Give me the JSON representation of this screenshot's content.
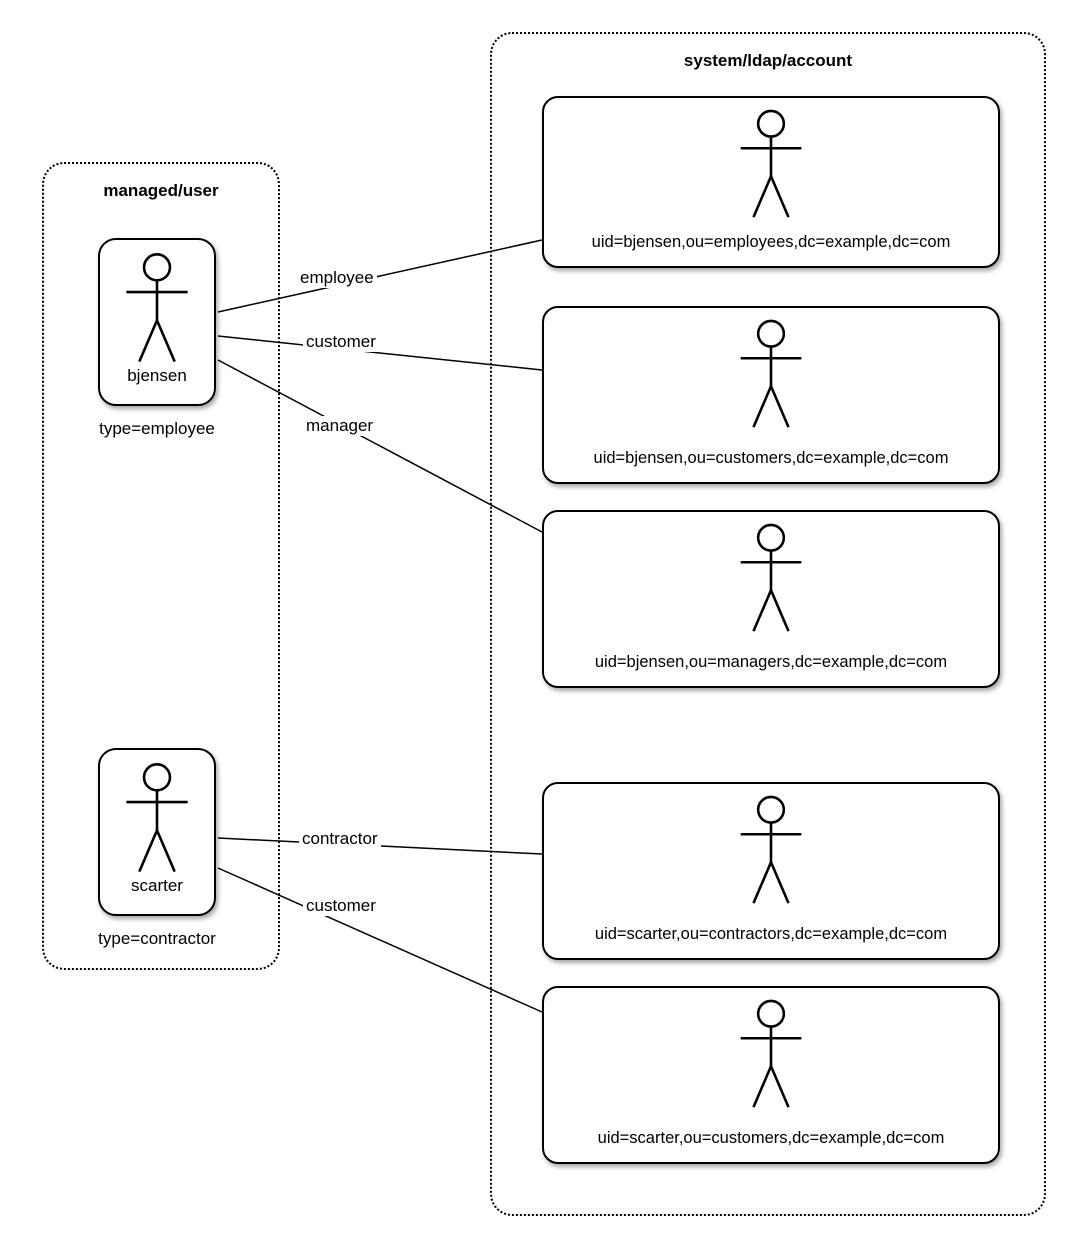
{
  "left_panel": {
    "title": "managed/user",
    "users": [
      {
        "name": "bjensen",
        "type_label": "type=employee"
      },
      {
        "name": "scarter",
        "type_label": "type=contractor"
      }
    ]
  },
  "right_panel": {
    "title": "system/ldap/account",
    "accounts": [
      {
        "dn": "uid=bjensen,ou=employees,dc=example,dc=com"
      },
      {
        "dn": "uid=bjensen,ou=customers,dc=example,dc=com"
      },
      {
        "dn": "uid=bjensen,ou=managers,dc=example,dc=com"
      },
      {
        "dn": "uid=scarter,ou=contractors,dc=example,dc=com"
      },
      {
        "dn": "uid=scarter,ou=customers,dc=example,dc=com"
      }
    ]
  },
  "links": [
    {
      "from": "bjensen",
      "label": "employee",
      "to": "uid=bjensen,ou=employees,dc=example,dc=com"
    },
    {
      "from": "bjensen",
      "label": "customer",
      "to": "uid=bjensen,ou=customers,dc=example,dc=com"
    },
    {
      "from": "bjensen",
      "label": "manager",
      "to": "uid=bjensen,ou=managers,dc=example,dc=com"
    },
    {
      "from": "scarter",
      "label": "contractor",
      "to": "uid=scarter,ou=contractors,dc=example,dc=com"
    },
    {
      "from": "scarter",
      "label": "customer",
      "to": "uid=scarter,ou=customers,dc=example,dc=com"
    }
  ],
  "colors": {
    "stroke": "#000000",
    "box_fill": "#ffffff",
    "background": "#ffffff"
  }
}
